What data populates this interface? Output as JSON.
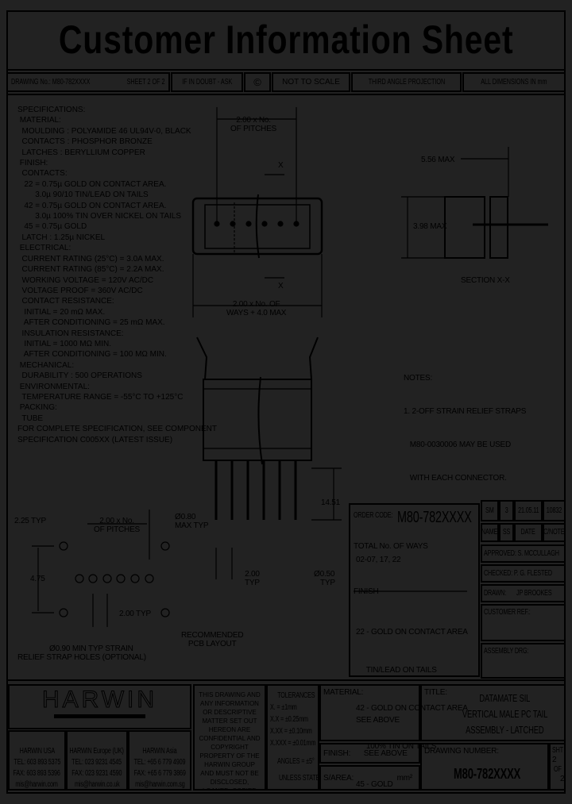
{
  "title": "Customer Information Sheet",
  "header": {
    "drawing_no_label": "DRAWING No.:",
    "drawing_no": "M80-782XXXX",
    "sheet": "SHEET 2 OF 2",
    "if_in_doubt": "IF IN DOUBT - ASK",
    "copyright": "©",
    "scale": "NOT TO SCALE",
    "projection": "THIRD ANGLE PROJECTION",
    "units": "ALL DIMENSIONS IN mm"
  },
  "specifications": [
    "SPECIFICATIONS:",
    " MATERIAL:",
    "  MOULDING : POLYAMIDE 46 UL94V-0, BLACK",
    "  CONTACTS : PHOSPHOR BRONZE",
    "  LATCHES : BERYLLIUM COPPER",
    " FINISH:",
    "  CONTACTS:",
    "   22 = 0.75µ GOLD ON CONTACT AREA.",
    "        3.0µ 90/10 TIN/LEAD ON TAILS",
    "   42 = 0.75µ GOLD ON CONTACT AREA.",
    "        3.0µ 100% TIN OVER NICKEL ON TAILS",
    "   45 = 0.75µ GOLD",
    "  LATCH : 1.25µ NICKEL",
    " ELECTRICAL:",
    "  CURRENT RATING (25°C) = 3.0A MAX.",
    "  CURRENT RATING (85°C) = 2.2A MAX.",
    "  WORKING VOLTAGE = 120V AC/DC",
    "  VOLTAGE PROOF = 360V AC/DC",
    "  CONTACT RESISTANCE:",
    "   INITIAL = 20 mΩ MAX.",
    "   AFTER CONDITIONING = 25 mΩ MAX.",
    "  INSULATION RESISTANCE:",
    "   INITIAL = 1000 MΩ MIN.",
    "   AFTER CONDITIONING = 100 MΩ MIN.",
    " MECHANICAL:",
    "  DURABILITY : 500 OPERATIONS",
    " ENVIRONMENTAL:",
    "  TEMPERATURE RANGE = -55°C TO +125°C",
    " PACKING:",
    "  TUBE",
    "FOR COMPLETE SPECIFICATION, SEE COMPONENT",
    "SPECIFICATION C005XX (LATEST ISSUE)"
  ],
  "drawing_labels": {
    "pitch_top": "2.00 x No.",
    "pitch_top2": "OF PITCHES",
    "section_mark": "X",
    "ways_dim": "2.00 x No. OF",
    "ways_dim2": "WAYS + 4.0 MAX",
    "section_width": "5.56 MAX",
    "section_height": "3.98 MAX",
    "section_title": "SECTION X-X",
    "tail_length": "14.51",
    "pin_pitch": "2.00",
    "pin_pitch2": "TYP",
    "pin_dia": "Ø0.50",
    "pin_dia2": "TYP",
    "pcb_edge": "2.25 TYP",
    "pcb_pitch": "2.00 x No.",
    "pcb_pitch2": "OF PITCHES",
    "pcb_hole": "Ø0.80",
    "pcb_hole2": "MAX TYP",
    "pcb_row": "4.75",
    "pcb_typ": "2.00 TYP",
    "strap_hole": "Ø0.90 MIN TYP STRAIN",
    "strap_hole2": "RELIEF STRAP HOLES (OPTIONAL)",
    "pcb_title": "RECOMMENDED",
    "pcb_title2": "PCB LAYOUT"
  },
  "notes": {
    "heading": "NOTES:",
    "lines": [
      "1. 2-OFF STRAIN RELIEF STRAPS",
      "   M80-0030006 MAY BE USED",
      "   WITH EACH CONNECTOR."
    ]
  },
  "order_code": {
    "label": "ORDER CODE:",
    "code": "M80-782XXXX",
    "ways_label": "TOTAL No. OF WAYS",
    "ways_values": "02-07, 17, 22",
    "finish_label": "FINISH",
    "finishes": [
      "22 - GOLD ON CONTACT AREA",
      "     TIN/LEAD ON TAILS",
      "42 - GOLD ON CONTACT AREA",
      "     100% TIN ON TAILS",
      "45 - GOLD"
    ]
  },
  "revision": {
    "row": [
      "SM",
      "3",
      "21.05.11",
      "10832"
    ],
    "headers": [
      "NAME",
      "SS",
      "DATE",
      "C/NOTE"
    ],
    "approved": "APPROVED: S. MCCULLAGH",
    "checked": "CHECKED: P. G. FLESTED",
    "drawn_label": "DRAWN:",
    "drawn": "JP BROOKES",
    "customer_ref": "CUSTOMER REF.:",
    "assembly": "ASSEMBLY DRG:"
  },
  "footer": {
    "logo": "HARWIN",
    "offices": [
      {
        "name": "HARWIN USA",
        "tel": "TEL: 603 893 5375",
        "fax": "FAX: 603 893 5396",
        "email": "mis@harwin.com"
      },
      {
        "name": "HARWIN Europe (UK)",
        "tel": "TEL: 023 9231 4545",
        "fax": "FAX: 023 9231 4590",
        "email": "mis@harwin.co.uk"
      },
      {
        "name": "HARWIN Asia",
        "tel": "TEL: +65 6 779 4909",
        "fax": "FAX: +65 6 779 3869",
        "email": "mis@harwin.com.sg"
      }
    ],
    "disclaimer": "THIS DRAWING AND ANY INFORMATION OR DESCRIPTIVE MATTER SET OUT HEREON ARE CONFIDENTIAL AND COPYRIGHT PROPERTY OF THE HARWIN GROUP AND MUST NOT BE DISCLOSED, LOANED, COPIED OR USED FOR MANUFACTURING, TENDER OR OR FOR ANY OTHER PURPOSE WITHOUT THE WRITTEN PERMISSION",
    "tolerances": {
      "title": "TOLERANCES",
      "lines": [
        "X. = ±1mm",
        "X.X = ±0.25mm",
        "X.XX = ±0.10mm",
        "X.XXX = ±0.01mm"
      ],
      "angles": "ANGLES = ±5°",
      "unless": "UNLESS STATED"
    },
    "material_label": "MATERIAL:",
    "material_value": "SEE ABOVE",
    "finish_label": "FINISH:",
    "finish_value": "SEE ABOVE",
    "sa_label": "S/AREA:",
    "sa_unit": "mm²",
    "title_label": "TITLE:",
    "title_lines": [
      "DATAMATE SIL",
      "VERTICAL MALE PC TAIL",
      "ASSEMBLY - LATCHED"
    ],
    "dwg_label": "DRAWING NUMBER:",
    "dwg_number": "M80-782XXXX",
    "sht_label": "SHT",
    "sht_num": "2",
    "sht_of": "OF",
    "sht_total": "2"
  }
}
